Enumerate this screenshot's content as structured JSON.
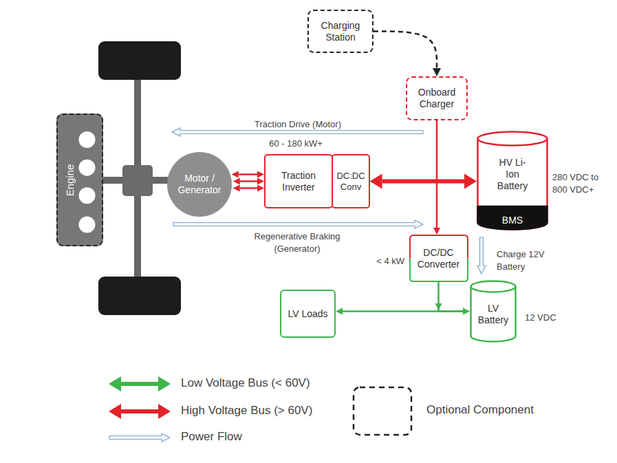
{
  "diagram": {
    "nodes": [
      {
        "text": [
          "Charging Station"
        ]
      },
      {
        "text": [
          "Onboard Charger"
        ]
      },
      {
        "text": [
          "Engine"
        ]
      },
      {
        "text": [
          "Motor / Generator"
        ]
      },
      {
        "text": [
          "Traction Inverter"
        ]
      },
      {
        "text": [
          "DC:DC Conv"
        ]
      },
      {
        "text": [
          "HV Li-Ion Battery"
        ]
      },
      {
        "text": [
          "BMS"
        ],
        "in": 6
      },
      {
        "text": [
          "DC/DC Converter"
        ]
      },
      {
        "text": [
          "LV Loads"
        ]
      },
      {
        "text": [
          "LV Battery"
        ]
      }
    ],
    "edges": [
      {
        "from": 0,
        "to": 1,
        "arrow": "to"
      },
      {
        "from": 1,
        "to": 8,
        "arrow": "to"
      },
      {
        "from": 3,
        "to": 4,
        "arrow": "both"
      },
      {
        "from": 3,
        "to": 4,
        "arrow": "both"
      },
      {
        "from": 3,
        "to": 4,
        "arrow": "both"
      },
      {
        "from": 5,
        "to": 6,
        "arrow": "both"
      },
      {
        "from": 8,
        "to": 10,
        "arrow": "to"
      },
      {
        "from": 9,
        "to": 10,
        "arrow": "both"
      }
    ],
    "labels": [
      "Traction Drive (Motor)",
      "60 - 180 kW+",
      "Regenerative Braking (Generator)",
      "280 VDC to 800 VDC+",
      "< 4 kW",
      "Charge 12V Battery",
      "12 VDC"
    ],
    "legend": [
      {
        "text": "Low Voltage Bus (< 60V)",
        "color": "#3cb54a"
      },
      {
        "text": "High Voltage Bus (> 60V)",
        "color": "#e3232c"
      },
      {
        "text": "Power Flow"
      },
      {
        "text": "Optional Component"
      }
    ]
  }
}
